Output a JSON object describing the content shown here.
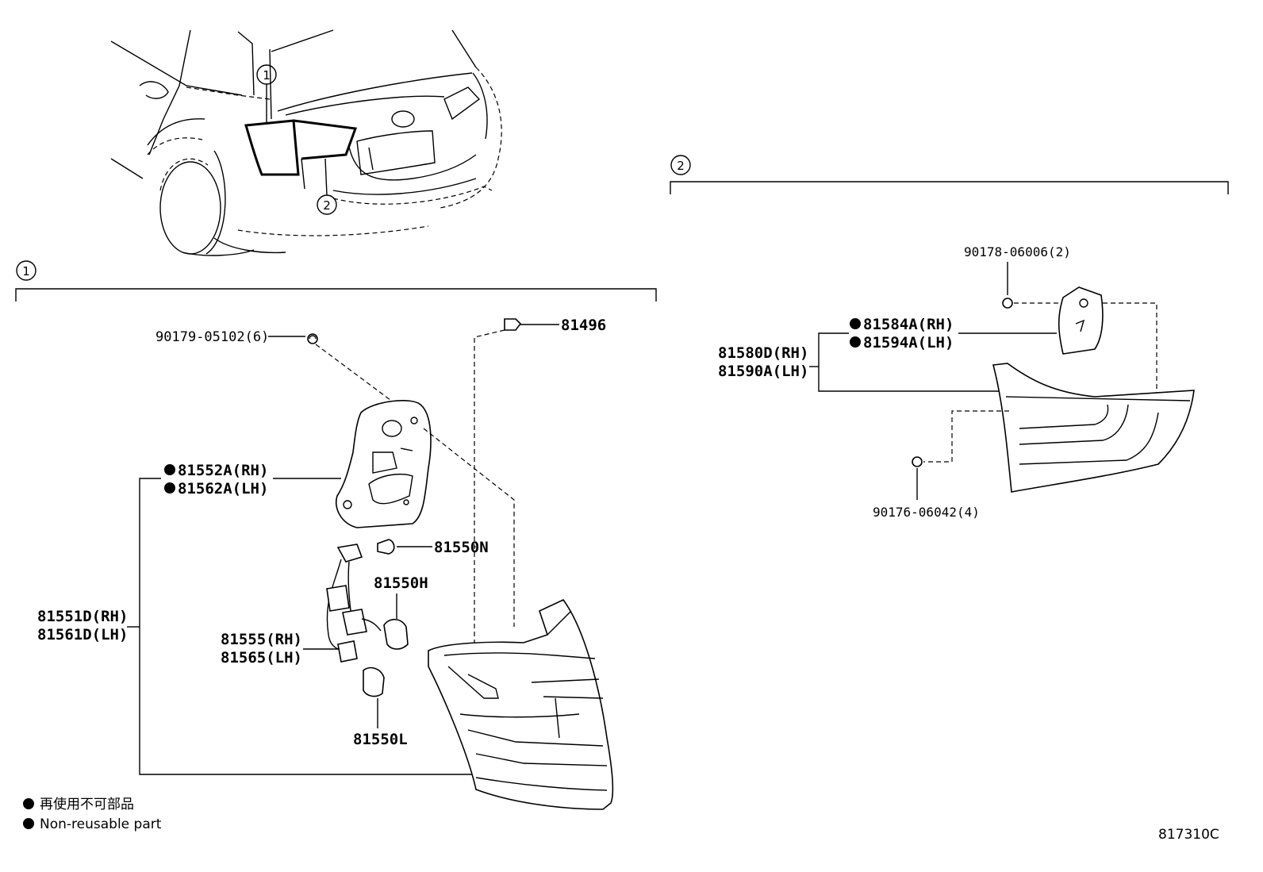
{
  "callouts": {
    "c1": "1",
    "c2": "2"
  },
  "section1": {
    "marker": "1",
    "parts": {
      "p90179": "90179-05102(6)",
      "p81496": "81496",
      "p81552": "81552A(RH)",
      "p81562": "81562A(LH)",
      "p81550N": "81550N",
      "p81550H": "81550H",
      "p81551": "81551D(RH)",
      "p81561": "81561D(LH)",
      "p81555": "81555(RH)",
      "p81565": "81565(LH)",
      "p81550L": "81550L"
    }
  },
  "section2": {
    "marker": "2",
    "parts": {
      "p90178": "90178-06006(2)",
      "p81584": "81584A(RH)",
      "p81594": "81594A(LH)",
      "p81580": "81580D(RH)",
      "p81590": "81590A(LH)",
      "p90176": "90176-06042(4)"
    }
  },
  "legend": {
    "jp": "再使用不可部品",
    "en": "Non-reusable part"
  },
  "diagram_code": "817310C",
  "icons": {
    "nonreusable_marker": "filled-circle-icon"
  }
}
